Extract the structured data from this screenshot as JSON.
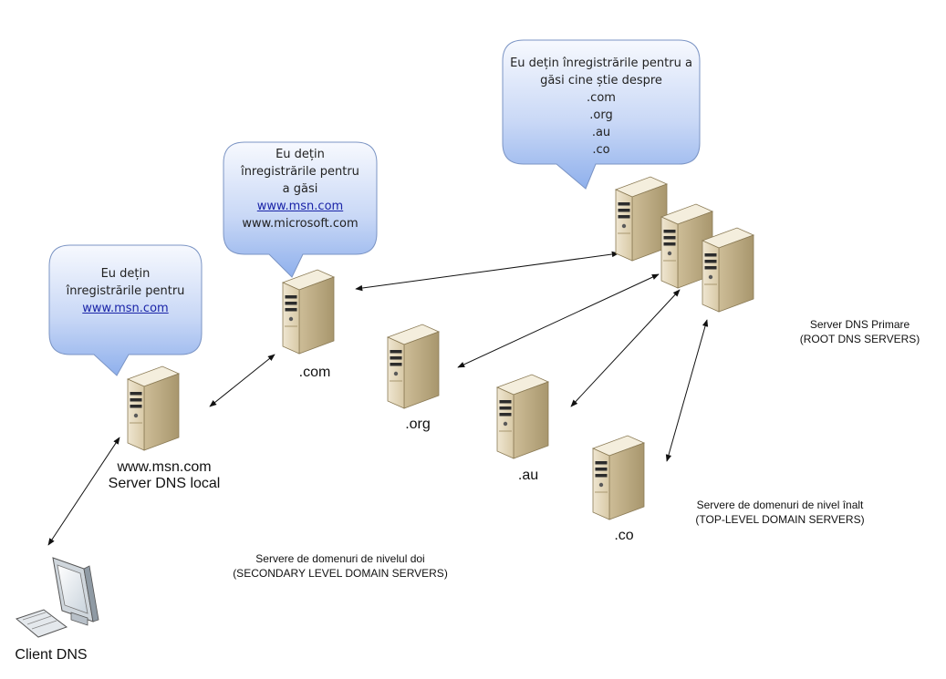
{
  "bubbles": {
    "root": {
      "line1": "Eu dețin înregistrările pentru a",
      "line2": "găsi cine știe despre",
      "tlds": [
        ".com",
        ".org",
        ".au",
        ".co"
      ]
    },
    "com": {
      "line1": "Eu dețin",
      "line2": "înregistrările pentru",
      "line3": "a găsi",
      "link": "www.msn.com",
      "line5": "www.microsoft.com"
    },
    "local": {
      "line1": "Eu dețin",
      "line2": "înregistrările pentru",
      "link": "www.msn.com"
    }
  },
  "servers": {
    "local": {
      "label": "www.msn.com",
      "sublabel": "Server DNS local"
    },
    "com": {
      "label": ".com"
    },
    "org": {
      "label": ".org"
    },
    "au": {
      "label": ".au"
    },
    "co": {
      "label": ".co"
    }
  },
  "client": {
    "label": "Client DNS"
  },
  "captions": {
    "root": {
      "line1": "Server DNS Primare",
      "line2": "(ROOT DNS SERVERS)"
    },
    "tld": {
      "line1": "Servere de domenuri de nivel înalt",
      "line2": "(TOP-LEVEL DOMAIN SERVERS)"
    },
    "secondary": {
      "line1": "Servere de domenuri de nivelul doi",
      "line2": "(SECONDARY LEVEL DOMAIN SERVERS)"
    }
  },
  "colors": {
    "bubble_top": "#f7f9fe",
    "bubble_bottom": "#8fb0ec",
    "bubble_stroke": "#7b94c4",
    "link": "#1a24a8"
  }
}
